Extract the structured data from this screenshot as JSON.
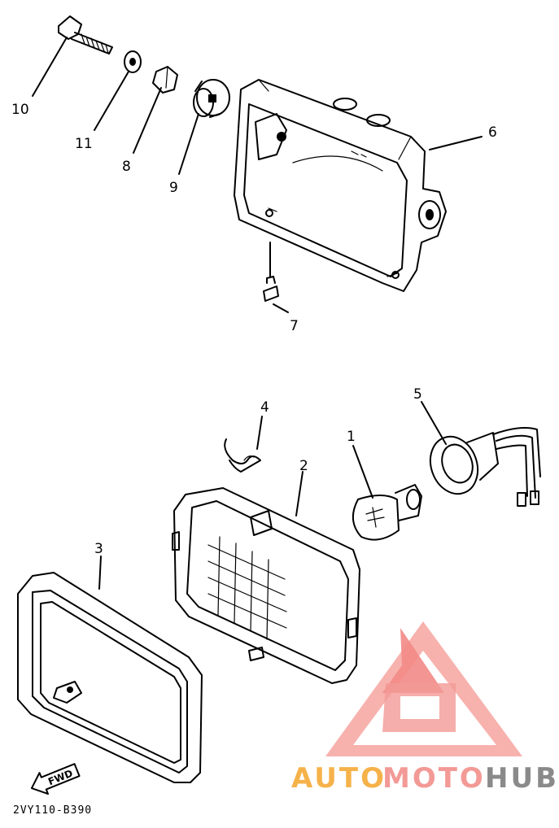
{
  "diagram": {
    "part_code": "2VY110-B390",
    "fwd_label": "FWD",
    "callouts": [
      "1",
      "2",
      "3",
      "4",
      "5",
      "6",
      "7",
      "8",
      "9",
      "10",
      "11"
    ],
    "colors": {
      "line": "#000000",
      "watermark_red": "#f39a96",
      "watermark_orange": "#f6b24a",
      "watermark_gray": "#8a8a8a"
    }
  },
  "watermark": {
    "brand_part1": "AUTO",
    "brand_part2": "MOTO",
    "brand_part3": "HUB"
  }
}
